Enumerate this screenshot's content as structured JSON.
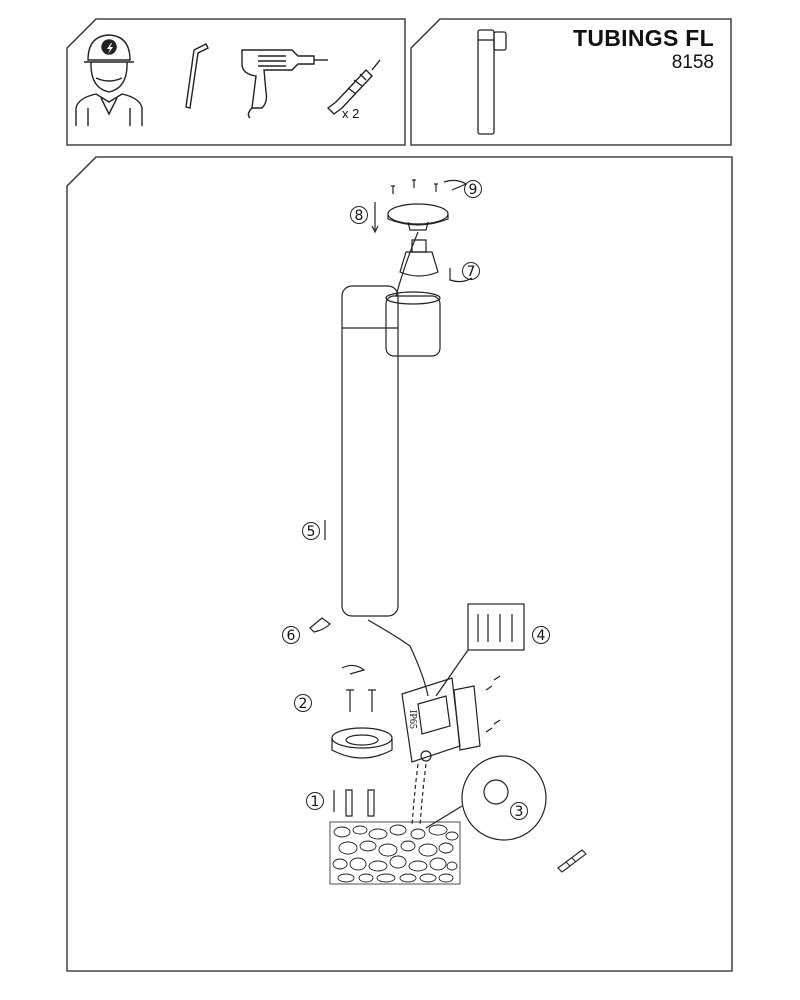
{
  "product": {
    "name": "TUBINGS FL",
    "code": "8158"
  },
  "tools": {
    "anchor_quantity": "x 2",
    "icons": [
      "electrician-icon",
      "hex-key-icon",
      "drill-icon",
      "wall-anchor-icon"
    ]
  },
  "steps": [
    "1",
    "2",
    "3",
    "4",
    "5",
    "6",
    "7",
    "8",
    "9"
  ],
  "junction_box": {
    "rating": "IP65"
  },
  "colors": {
    "line": "#222222",
    "background": "#ffffff"
  }
}
